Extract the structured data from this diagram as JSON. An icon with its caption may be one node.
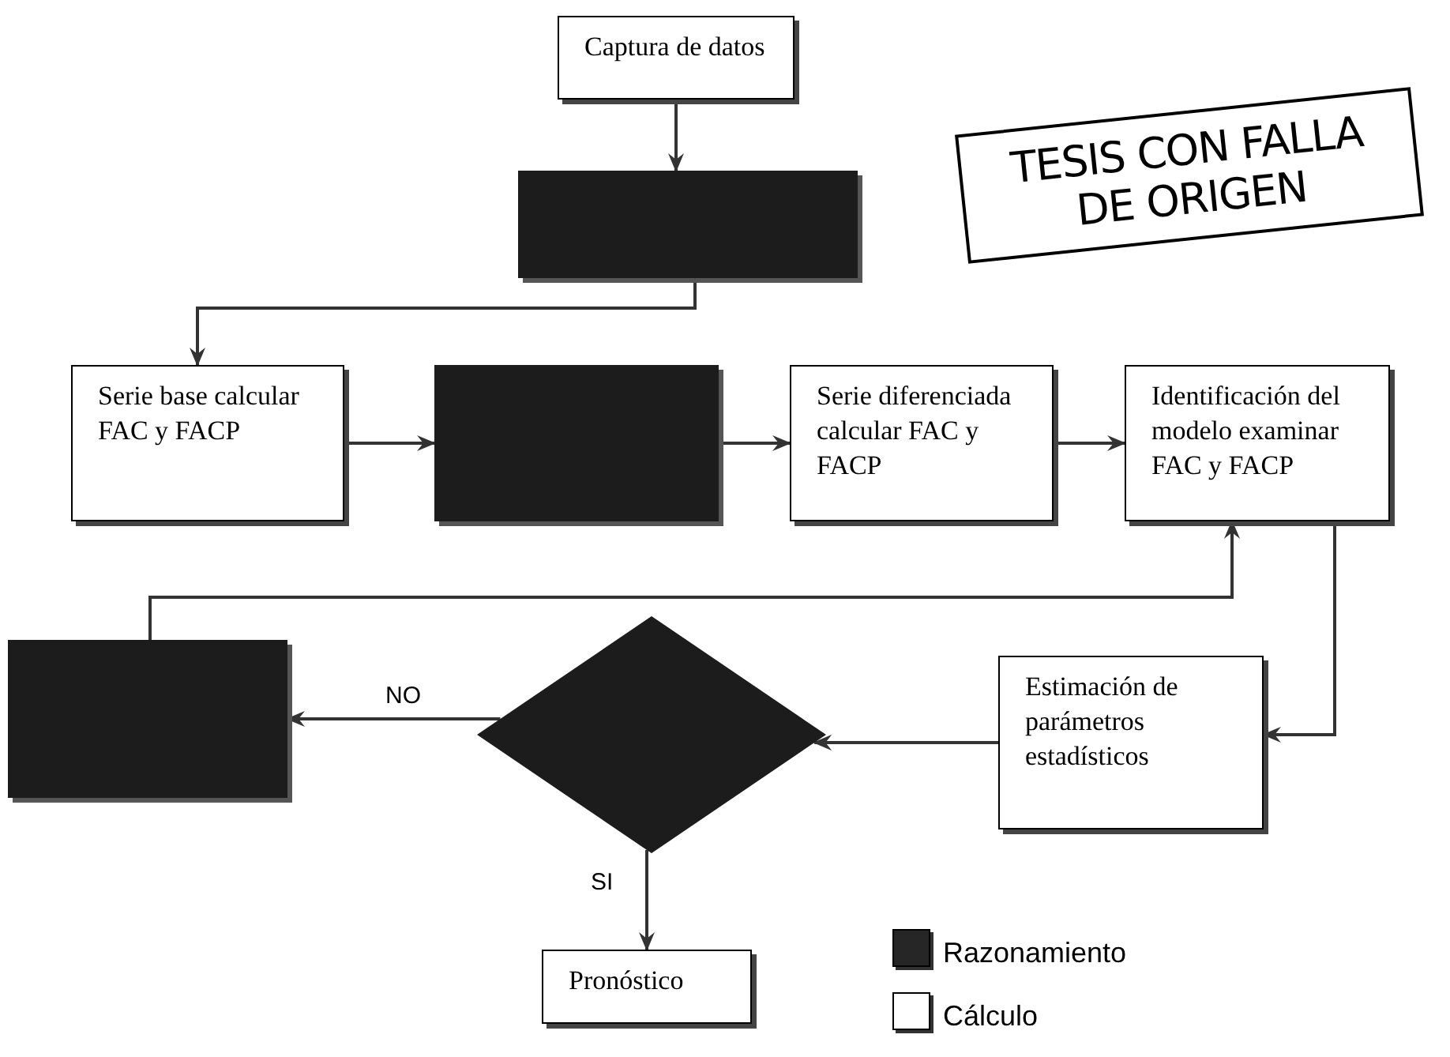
{
  "diagram": {
    "nodes": [
      {
        "text": [
          "Captura de datos"
        ]
      },
      {
        "text": [],
        "shape": "box"
      },
      {
        "text": [
          "Serie base calcular FAC y FACP"
        ]
      },
      {
        "text": [],
        "shape": "box"
      },
      {
        "text": [
          "Serie diferenciada calcular FAC  y FACP"
        ]
      },
      {
        "text": [
          "Identificación del modelo examinar FAC y FACP"
        ]
      },
      {
        "text": [],
        "shape": "box"
      },
      {
        "text": [],
        "shape": "diamond"
      },
      {
        "text": [
          "Estimación de parámetros estadísticos"
        ]
      },
      {
        "text": [
          "Pronóstico"
        ]
      }
    ],
    "edges": [
      {
        "from": 0,
        "to": 1,
        "arrow": "to"
      },
      {
        "from": 1,
        "to": 2,
        "arrow": "to"
      },
      {
        "from": 2,
        "to": 3,
        "arrow": "to"
      },
      {
        "from": 3,
        "to": 4,
        "arrow": "to"
      },
      {
        "from": 4,
        "to": 5,
        "arrow": "to"
      },
      {
        "from": 5,
        "to": 8,
        "arrow": "to"
      },
      {
        "from": 8,
        "to": 7,
        "arrow": "to"
      },
      {
        "from": 7,
        "to": 6,
        "arrow": "to",
        "label": "NO"
      },
      {
        "from": 7,
        "to": 9,
        "arrow": "to",
        "label": "SI"
      },
      {
        "from": 6,
        "to": 5,
        "arrow": "to"
      }
    ],
    "labels": [
      "TESIS CON FALLA DE ORIGEN"
    ],
    "legend": [
      {
        "text": "Razonamiento",
        "color": "#262626"
      },
      {
        "text": "Cálculo",
        "color": "#ffffff"
      }
    ]
  }
}
